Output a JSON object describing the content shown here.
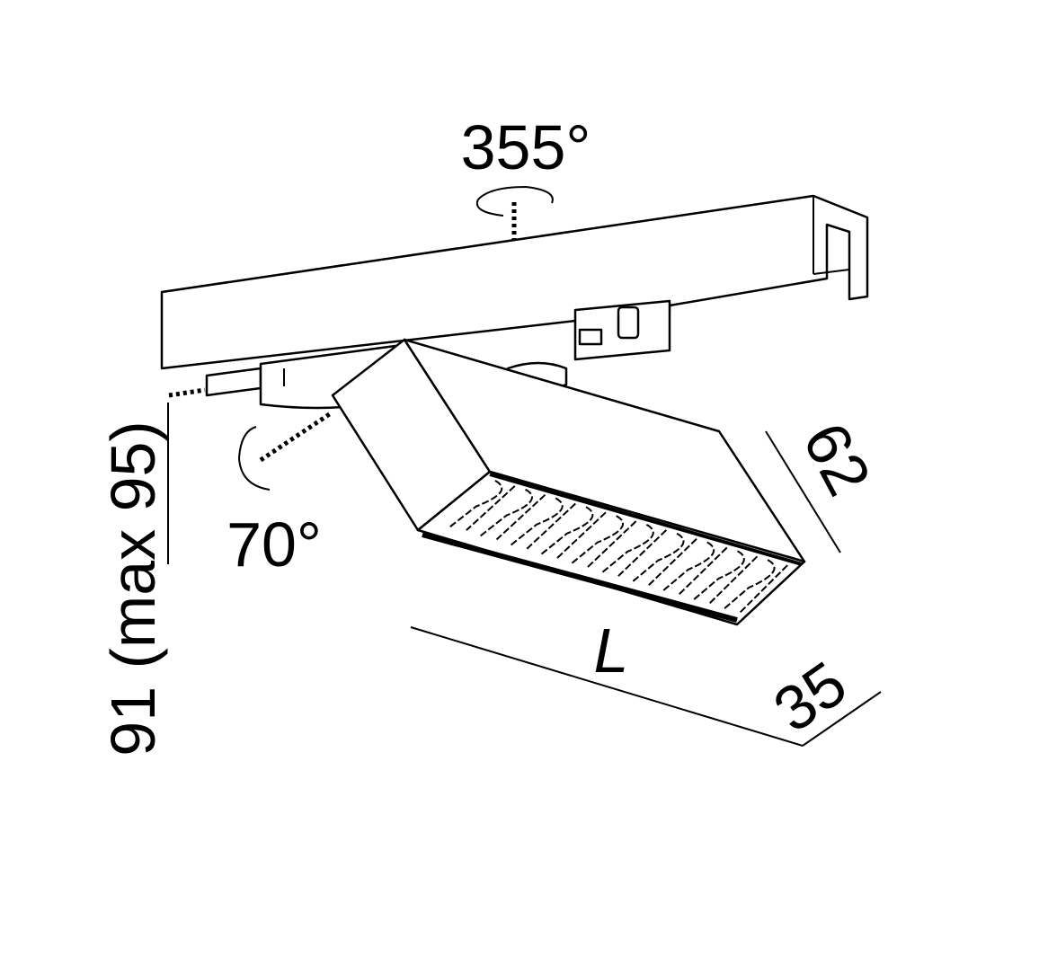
{
  "diagram": {
    "rotation_horizontal": "355°",
    "tilt_angle": "70°",
    "height": "91 (max 95)",
    "width": "62",
    "length": "L",
    "depth": "35"
  }
}
